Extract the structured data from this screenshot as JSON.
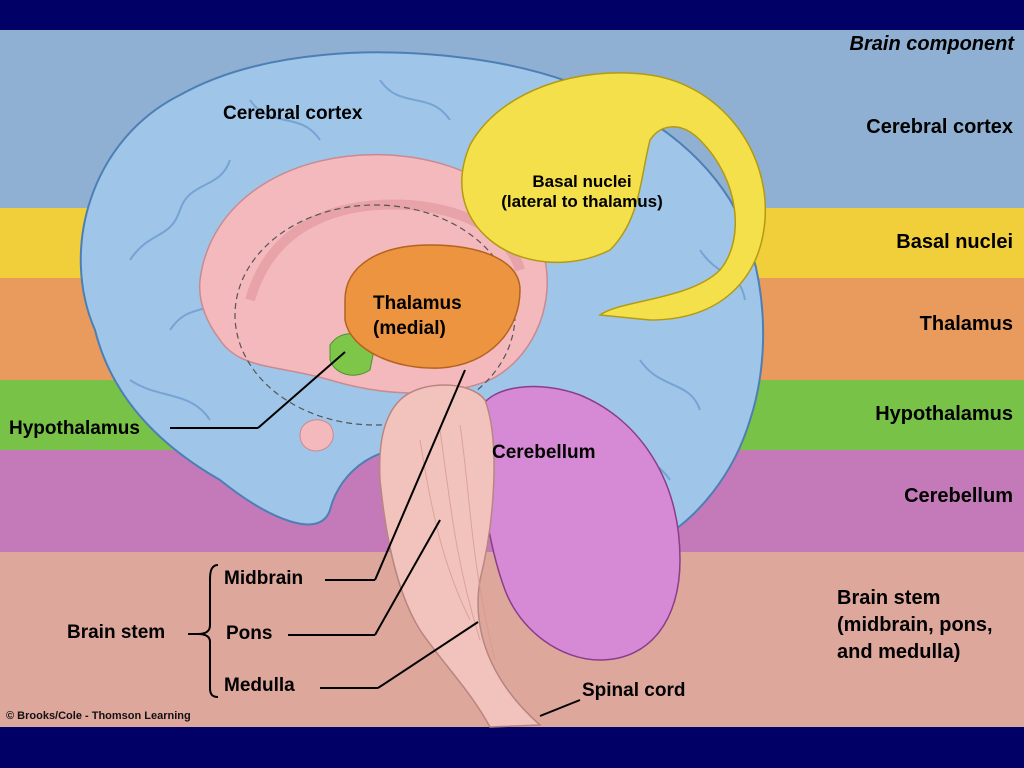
{
  "colors": {
    "frame": "#000066",
    "band_cerebral_cortex": "#8fb0d2",
    "band_basal_nuclei": "#f1cf3b",
    "band_thalamus": "#e99b5e",
    "band_hypothalamus": "#78c247",
    "band_cerebellum": "#c47ab9",
    "band_brain_stem": "#dea79c",
    "cortex": "#9fc6e8",
    "limbic": "#f4b9bc",
    "basal_nuclei": "#f3e04a",
    "thalamus": "#ec9440",
    "hypothalamus": "#7dc64a",
    "cerebellum": "#d68ad6",
    "brainstem": "#f2c3bc"
  },
  "legend_heading": "Brain component",
  "legend": [
    {
      "key": "cerebral_cortex",
      "label": "Cerebral cortex"
    },
    {
      "key": "basal_nuclei",
      "label": "Basal nuclei"
    },
    {
      "key": "thalamus",
      "label": "Thalamus"
    },
    {
      "key": "hypothalamus",
      "label": "Hypothalamus"
    },
    {
      "key": "cerebellum",
      "label": "Cerebellum"
    }
  ],
  "brain_stem_desc": [
    "Brain stem",
    "(midbrain, pons,",
    "and medulla)"
  ],
  "labels": {
    "cerebral_cortex": "Cerebral cortex",
    "basal_nuclei_line1": "Basal nuclei",
    "basal_nuclei_line2": "(lateral to thalamus)",
    "thalamus_line1": "Thalamus",
    "thalamus_line2": "(medial)",
    "hypothalamus": "Hypothalamus",
    "cerebellum": "Cerebellum",
    "midbrain": "Midbrain",
    "pons": "Pons",
    "medulla": "Medulla",
    "brain_stem": "Brain stem",
    "spinal_cord": "Spinal cord"
  },
  "credit": "© Brooks/Cole - Thomson Learning"
}
